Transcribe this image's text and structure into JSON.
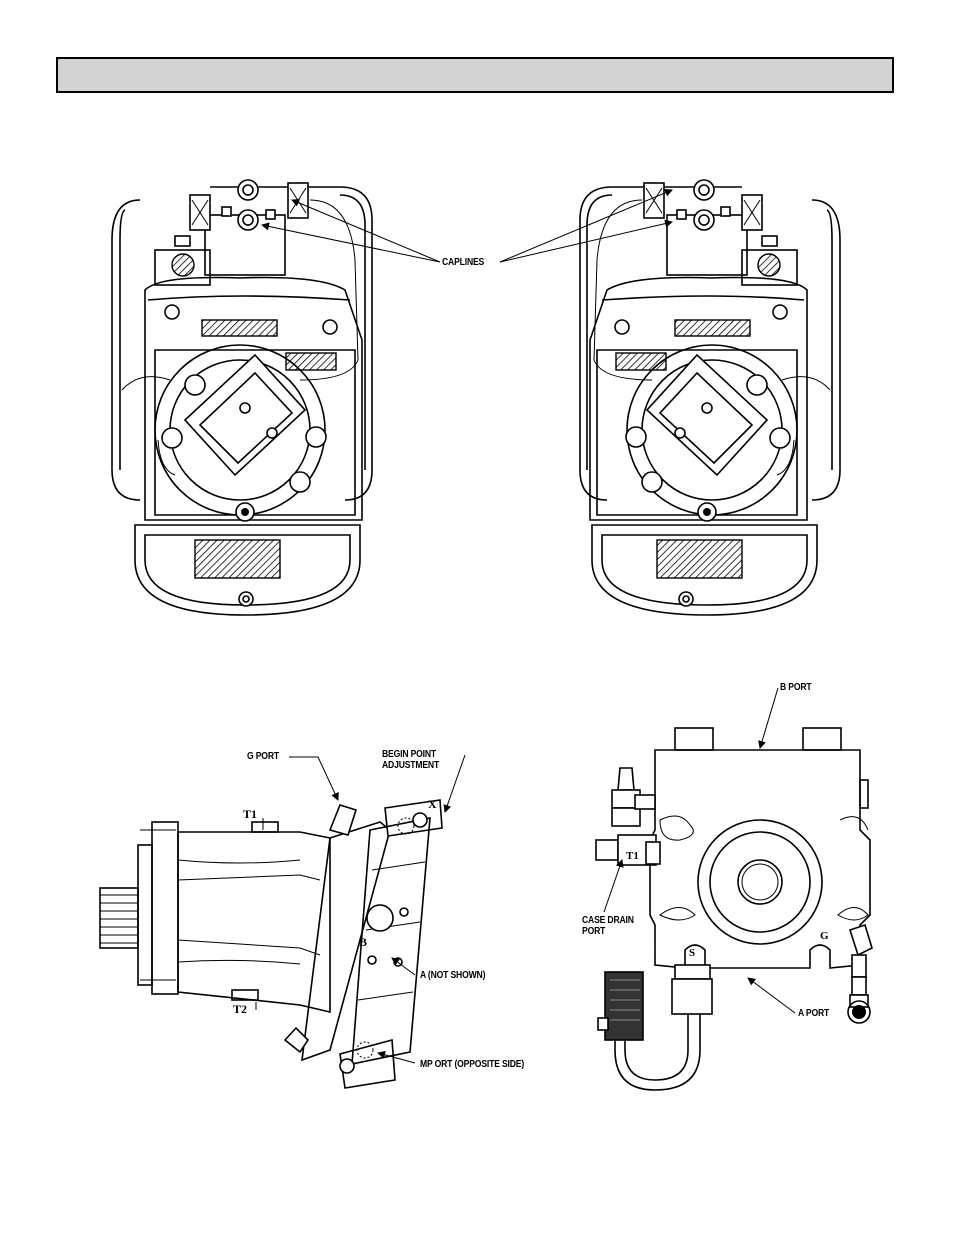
{
  "header": {
    "title": ""
  },
  "figures": {
    "top": {
      "caplines_label": "CAPLINES"
    },
    "side_view": {
      "g_port": "G PORT",
      "begin_point_line1": "BEGIN POINT",
      "begin_point_line2": "ADJUSTMENT",
      "x_mark": "X",
      "t1": "T1",
      "t2": "T2",
      "b_mark": "B",
      "a_not_shown": "A (NOT SHOWN)",
      "mp_port": "MP ORT (OPPOSITE SIDE)"
    },
    "front_view": {
      "b_port": "B PORT",
      "t1": "T1",
      "case_drain_line1": "CASE DRAIN",
      "case_drain_line2": "PORT",
      "s_mark": "S",
      "g_mark": "G",
      "a_port": "A PORT"
    }
  }
}
